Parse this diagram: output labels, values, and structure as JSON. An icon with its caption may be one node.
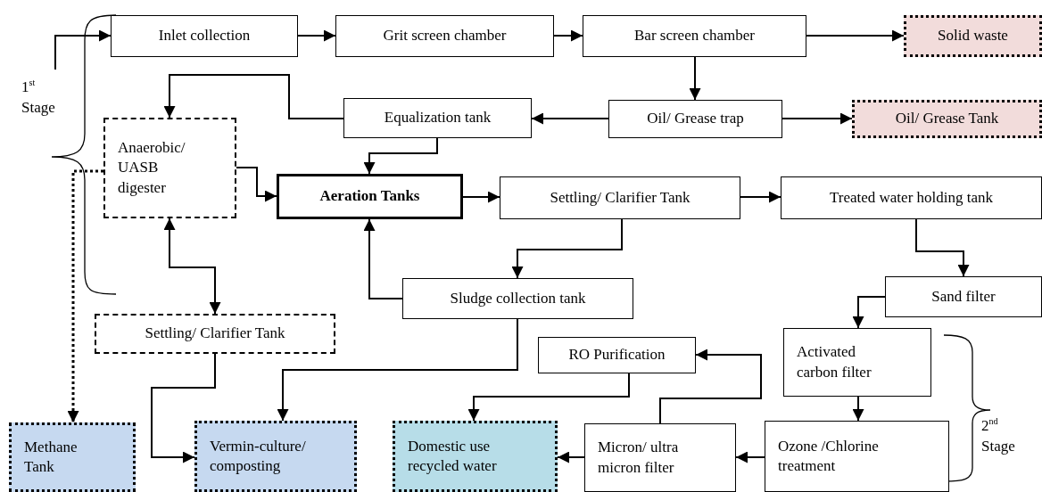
{
  "diagram": {
    "nodes": [
      {
        "text": [
          "Inlet collection"
        ]
      },
      {
        "text": [
          "Grit screen chamber"
        ]
      },
      {
        "text": [
          "Bar screen chamber"
        ]
      },
      {
        "text": [
          "Solid waste"
        ]
      },
      {
        "text": [
          "Equalization tank"
        ]
      },
      {
        "text": [
          "Oil/ Grease trap"
        ]
      },
      {
        "text": [
          "Oil/ Grease Tank"
        ]
      },
      {
        "text": [
          "Anaerobic/ UASB digester"
        ]
      },
      {
        "text": [
          "Aeration Tanks"
        ]
      },
      {
        "text": [
          "Settling/ Clarifier Tank"
        ]
      },
      {
        "text": [
          "Treated water holding tank"
        ]
      },
      {
        "text": [
          "Sand filter"
        ]
      },
      {
        "text": [
          "Sludge collection tank"
        ]
      },
      {
        "text": [
          "Settling/ Clarifier Tank"
        ]
      },
      {
        "text": [
          "RO Purification"
        ]
      },
      {
        "text": [
          "Activated carbon filter"
        ]
      },
      {
        "text": [
          "Methane Tank"
        ]
      },
      {
        "text": [
          "Vermin-culture/ composting"
        ]
      },
      {
        "text": [
          "Domestic use recycled water"
        ]
      },
      {
        "text": [
          "Micron/ ultra micron filter"
        ]
      },
      {
        "text": [
          "Ozone /Chlorine treatment"
        ]
      }
    ],
    "edges": [
      {
        "from": null,
        "to": 0,
        "arrow": "to"
      },
      {
        "from": 0,
        "to": 1,
        "arrow": "to"
      },
      {
        "from": 1,
        "to": 2,
        "arrow": "to"
      },
      {
        "from": 2,
        "to": 3,
        "arrow": "to"
      },
      {
        "from": 2,
        "to": 5,
        "arrow": "to"
      },
      {
        "from": 5,
        "to": 4,
        "arrow": "to"
      },
      {
        "from": 5,
        "to": 6,
        "arrow": "to"
      },
      {
        "from": 4,
        "to": 7,
        "arrow": "to"
      },
      {
        "from": 4,
        "to": 8,
        "arrow": "to"
      },
      {
        "from": 7,
        "to": 8,
        "arrow": "to"
      },
      {
        "from": 8,
        "to": 9,
        "arrow": "to"
      },
      {
        "from": 9,
        "to": 10,
        "arrow": "to"
      },
      {
        "from": 9,
        "to": 12,
        "arrow": "to"
      },
      {
        "from": 12,
        "to": 8,
        "arrow": "to"
      },
      {
        "from": 7,
        "to": 13,
        "arrow": "both"
      },
      {
        "from": 10,
        "to": 11,
        "arrow": "to"
      },
      {
        "from": 11,
        "to": 15,
        "arrow": "to"
      },
      {
        "from": 15,
        "to": 20,
        "arrow": "to"
      },
      {
        "from": 20,
        "to": 19,
        "arrow": "to"
      },
      {
        "from": 19,
        "to": 14,
        "arrow": "to"
      },
      {
        "from": 14,
        "to": 18,
        "arrow": "to"
      },
      {
        "from": 19,
        "to": 18,
        "arrow": "to"
      },
      {
        "from": 12,
        "to": 17,
        "arrow": "to"
      },
      {
        "from": 13,
        "to": 17,
        "arrow": "to"
      },
      {
        "from": 7,
        "to": 16,
        "arrow": "to",
        "style": "dashed"
      }
    ],
    "labels": [
      "1$^{st}$ Stage",
      "2$^{nd}$ Stage"
    ]
  }
}
